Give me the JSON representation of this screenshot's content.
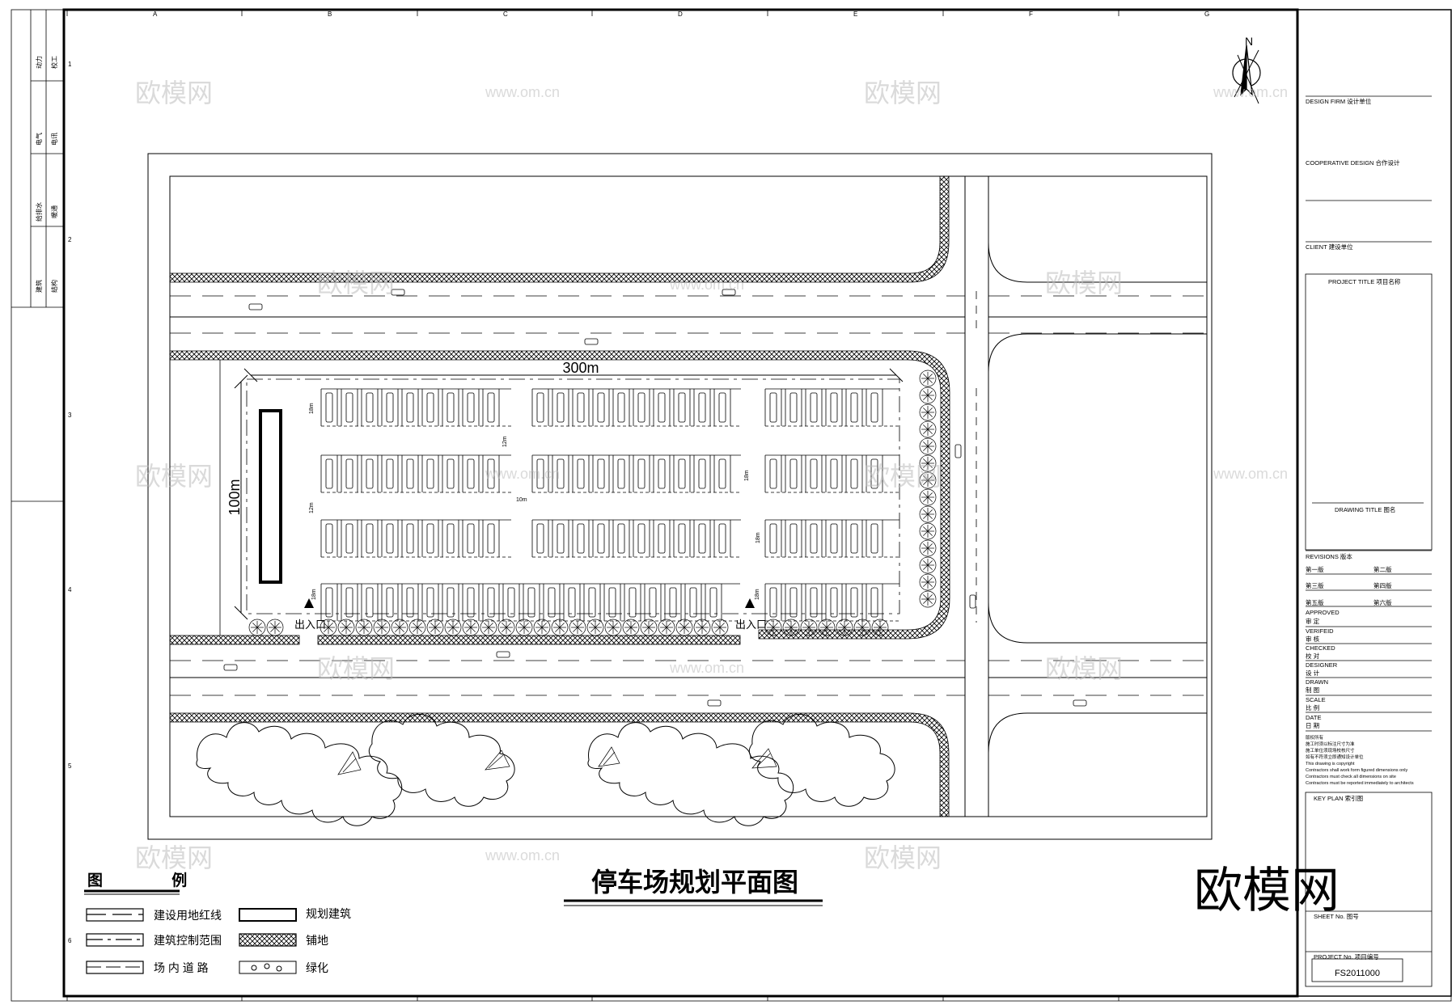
{
  "drawing": {
    "title": "停车场规划平面图",
    "dim_length": "300m",
    "dim_width": "100m",
    "entrance_label": "出入口",
    "north": "N",
    "dims": {
      "row_depth": "18m",
      "aisle_width": "12m",
      "gap_width": "10m"
    }
  },
  "margin_labels": [
    {
      "id": "m1",
      "text": "动力"
    },
    {
      "id": "m2",
      "text": "校工"
    },
    {
      "id": "m3",
      "text": "电气"
    },
    {
      "id": "m4",
      "text": "电讯"
    },
    {
      "id": "m5",
      "text": "给排水"
    },
    {
      "id": "m6",
      "text": "暖通"
    },
    {
      "id": "m7",
      "text": "建筑"
    },
    {
      "id": "m8",
      "text": "结构"
    }
  ],
  "grid": {
    "columns": [
      "A",
      "B",
      "C",
      "D",
      "E",
      "F",
      "G"
    ],
    "rows": [
      "1",
      "2",
      "3",
      "4",
      "5",
      "6"
    ]
  },
  "legend": {
    "title": "图 例",
    "items": [
      {
        "id": "red-line",
        "label": "建设用地红线"
      },
      {
        "id": "control",
        "label": "建筑控制范围"
      },
      {
        "id": "road",
        "label": "场 内 道 路"
      },
      {
        "id": "building",
        "label": "规划建筑"
      },
      {
        "id": "paving",
        "label": "铺地"
      },
      {
        "id": "green",
        "label": "绿化"
      }
    ]
  },
  "title_block": {
    "design_firm": "DESIGN FIRM   设计单位",
    "cooperative": "COOPERATIVE DESIGN    合作设计",
    "client": "CLIENT   建设单位",
    "project_title": "PROJECT TITLE   项目名称",
    "drawing_title": "DRAWING TITLE    图名",
    "revisions": "REVISIONS   版本",
    "rev_1": "第一版",
    "rev_2": "第二版",
    "rev_3": "第三版",
    "rev_4": "第四版",
    "rev_5": "第五版",
    "rev_6": "第六版",
    "approved": "APPROVED",
    "approved_cn": "审  定",
    "verified": "VERIFEID",
    "verified_cn": "审  核",
    "checked": "CHECKED",
    "checked_cn": "校  对",
    "designer": "DESIGNER",
    "designer_cn": "设  计",
    "drawn": "DRAWN",
    "drawn_cn": "制  图",
    "scale": "SCALE",
    "scale_cn": "比  例",
    "date": "DATE",
    "date_cn": "日  期",
    "note_1": "版权所有",
    "note_2": "施工时须以标注尺寸为准",
    "note_3": "施工单位须现场校核尺寸",
    "note_4": "如有不符须立即通知设计单位",
    "note_5": "This drawing is copyright",
    "note_6": "Contractors shall work form figured dimensions only",
    "note_7": "Contractors must check all dimensions on site",
    "note_8": "Contractors must be reported immediately to architects",
    "key_plan": "KEY  PLAN   索引图",
    "sheet_no": "SHEET No.   图号",
    "project_no": "PROJECT No.   项目编号",
    "project_no_value": "FS2011000"
  },
  "watermark": {
    "logo": "欧模网",
    "url": "www.om.cn",
    "big": "欧模网"
  }
}
